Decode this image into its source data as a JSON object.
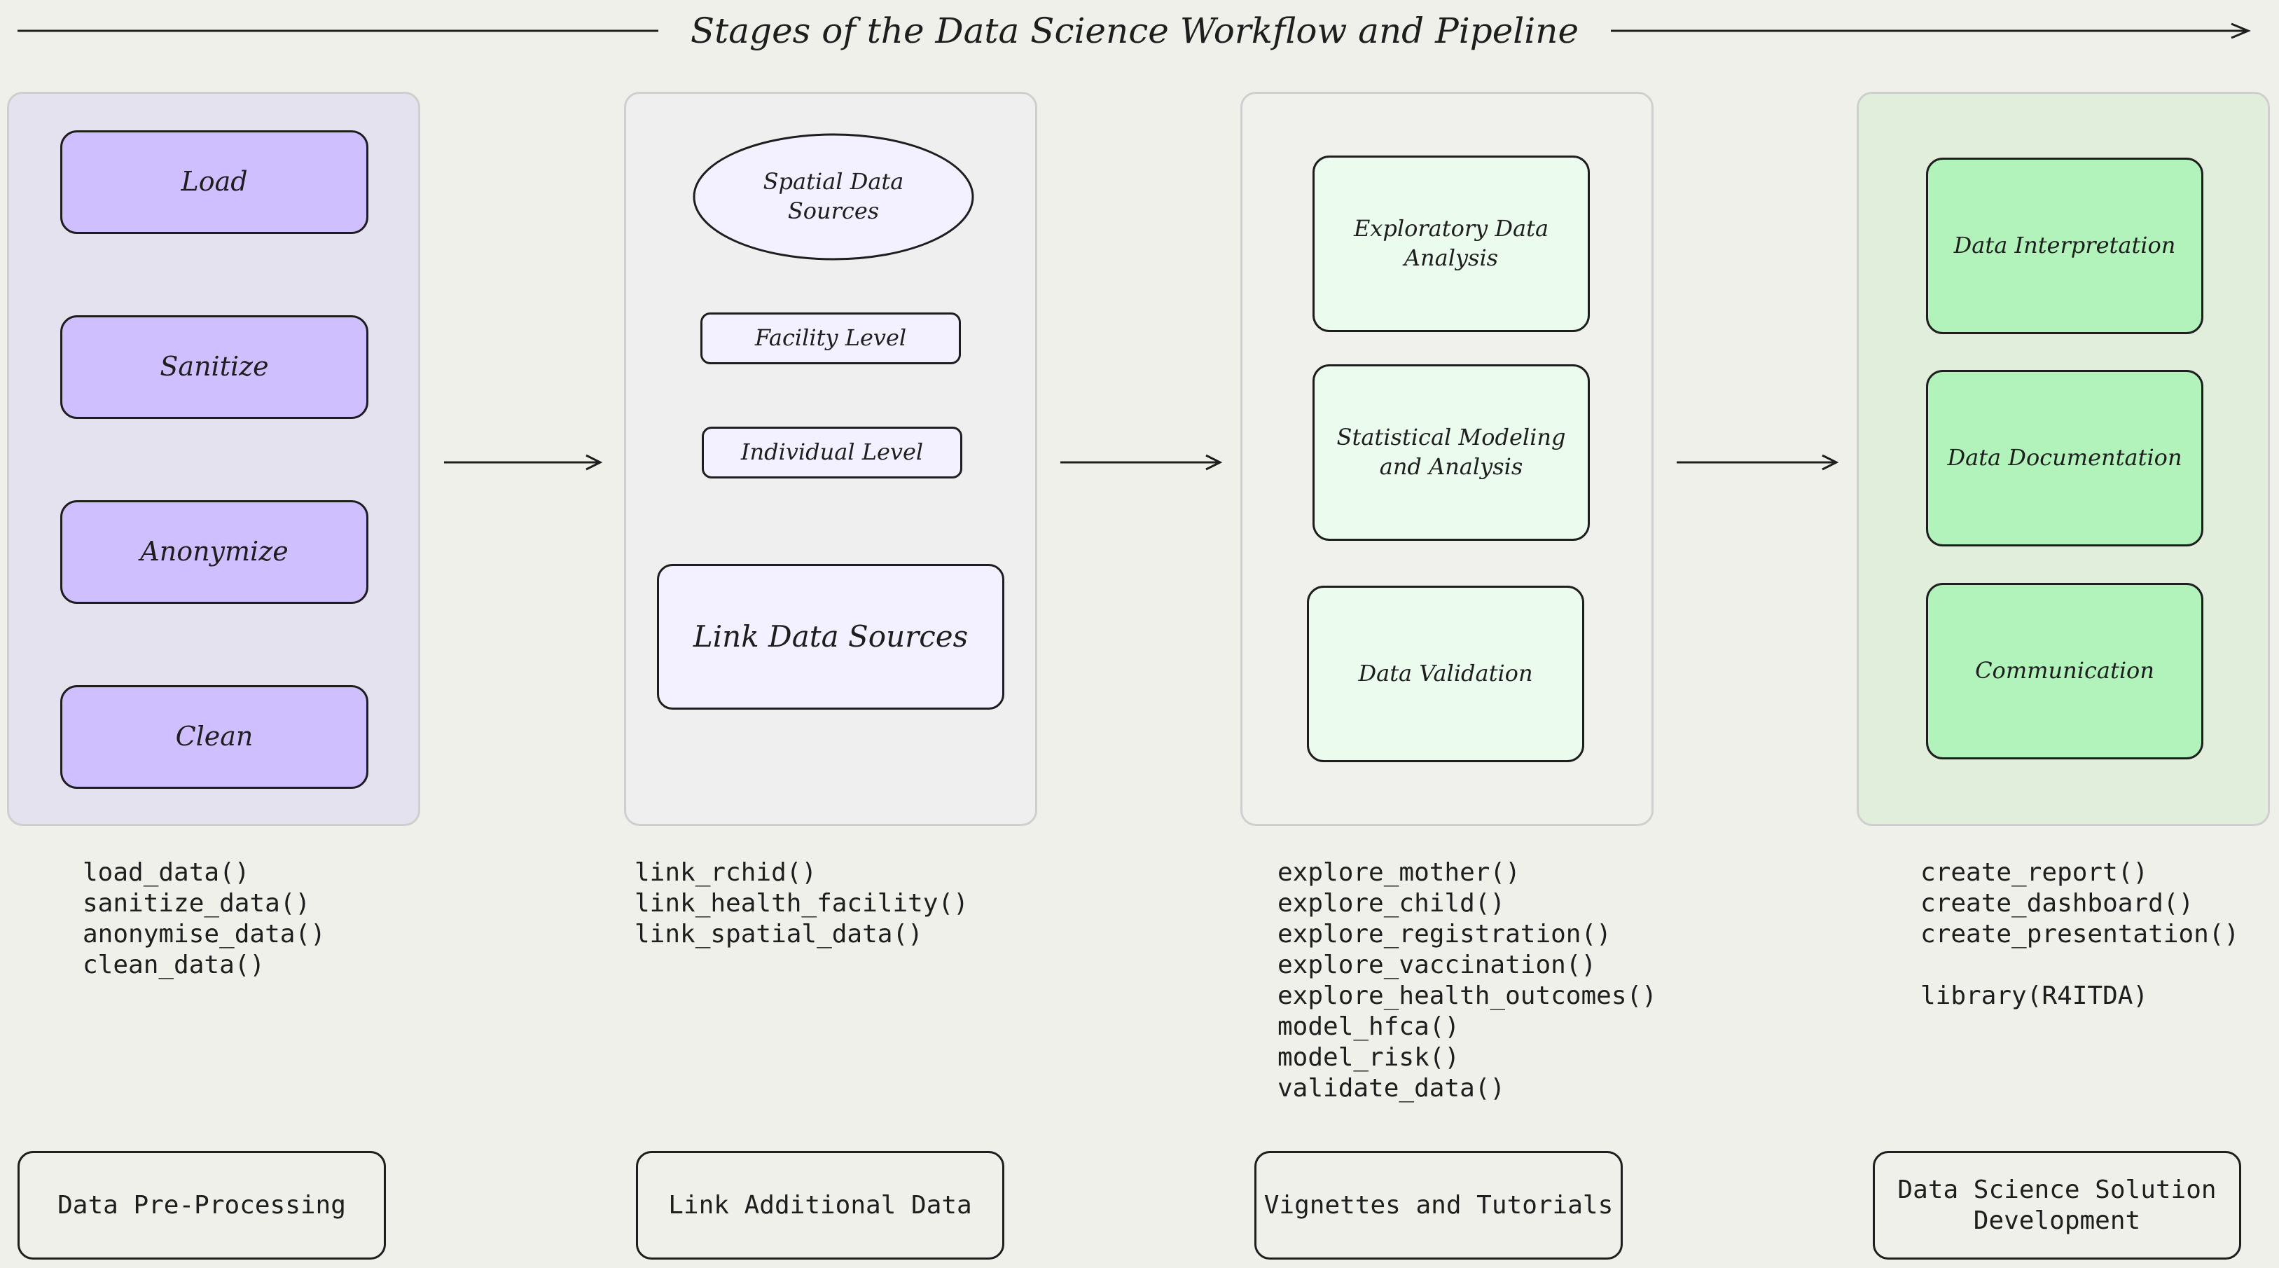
{
  "title": "Stages of the Data Science Workflow and Pipeline",
  "stages": {
    "preprocessing": {
      "steps": [
        "Load",
        "Sanitize",
        "Anonymize",
        "Clean"
      ],
      "functions": [
        "load_data()",
        "sanitize_data()",
        "anonymise_data()",
        "clean_data()"
      ],
      "label": "Data Pre-Processing"
    },
    "linking": {
      "spatial": "Spatial Data Sources",
      "facility": "Facility Level",
      "individual": "Individual Level",
      "link": "Link Data Sources",
      "functions": [
        "link_rchid()",
        "link_health_facility()",
        "link_spatial_data()"
      ],
      "label": "Link Additional Data"
    },
    "analysis": {
      "steps": [
        "Exploratory Data Analysis",
        "Statistical Modeling and Analysis",
        "Data Validation"
      ],
      "functions": [
        "explore_mother()",
        "explore_child()",
        "explore_registration()",
        "explore_vaccination()",
        "explore_health_outcomes()",
        "model_hfca()",
        "model_risk()",
        "validate_data()"
      ],
      "label": "Vignettes and Tutorials"
    },
    "development": {
      "steps": [
        "Data Interpretation",
        "Data Documentation",
        "Communication"
      ],
      "functions": [
        "create_report()",
        "create_dashboard()",
        "create_presentation()",
        "",
        "library(R4ITDA)"
      ],
      "label": "Data Science Solution Development"
    }
  },
  "colors": {
    "background": "#f0f0eb",
    "preprocessing_panel": "#e3e2ee",
    "preprocessing_box": "#d0bfff",
    "linking_box": "#f3f0ff",
    "analysis_box": "#ebfbee",
    "development_panel": "#e0eedb",
    "development_box": "#b2f2bb",
    "stroke": "#1e1e1e"
  }
}
